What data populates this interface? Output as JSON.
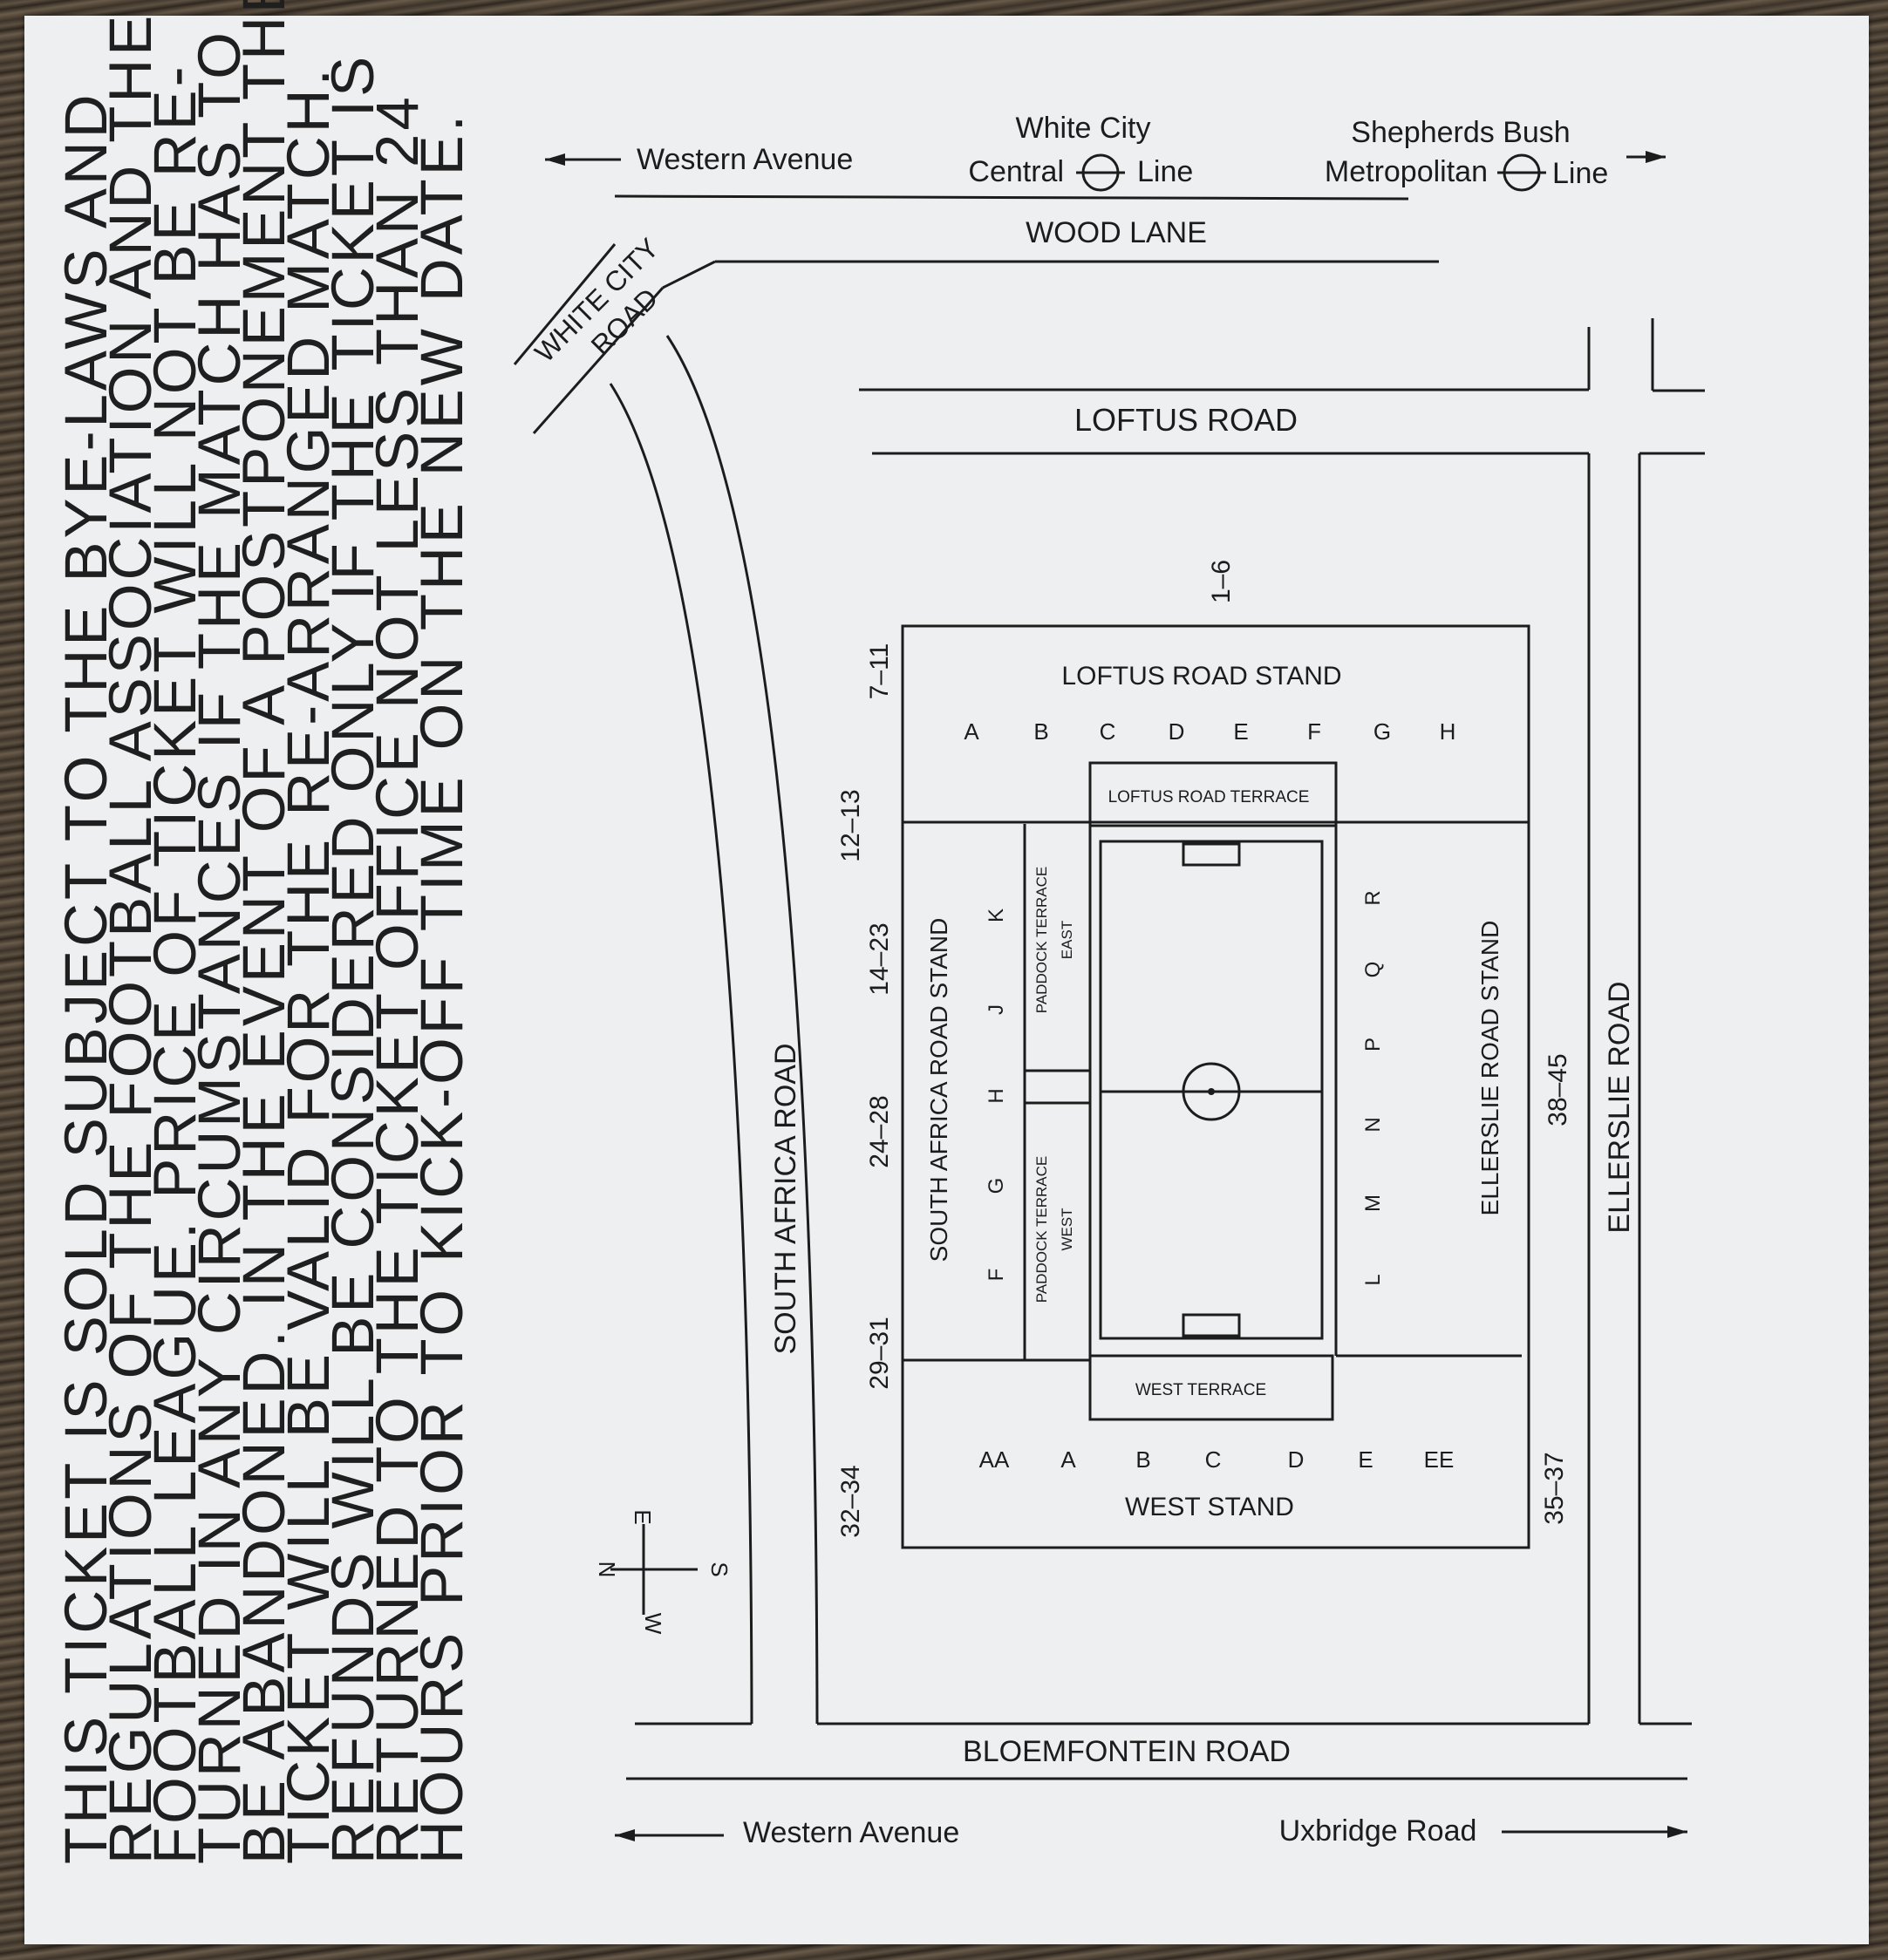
{
  "terms_lines": [
    "THIS TICKET IS SOLD SUBJECT TO THE BYE-LAWS AND",
    "REGULATIONS OF THE FOOTBALL ASSOCIATION AND THE",
    "FOOTBALL LEAGUE. PRICE OF TICKET WILL NOT BE RE-",
    "TURNED IN ANY CIRCUMSTANCES IF THE MATCH HAS TO",
    "BE ABANDONED. IN THE EVENT OF A POSTPONEMENT THE",
    "TICKET WILL BE VALID FOR THE RE-ARRANGED MATCH.",
    "REFUNDS WILL BE CONSIDERED ONLY IF THE TICKET IS",
    "RETURNED TO THE TICKET OFFICE NOT LESS THAN 24",
    "HOURS PRIOR TO KICK-OFF TIME ON THE NEW DATE."
  ],
  "map": {
    "top_left_road": "Western Avenue",
    "white_city_station": "White City",
    "white_city_line_prefix": "Central",
    "white_city_line_suffix": "Line",
    "shepherds_bush_station": "Shepherds Bush",
    "shepherds_bush_line_prefix": "Metropolitan",
    "shepherds_bush_line_suffix": "Line",
    "wood_lane": "WOOD LANE",
    "white_city_road_line1": "WHITE CITY",
    "white_city_road_line2": "ROAD",
    "loftus_road": "LOFTUS ROAD",
    "south_africa_road": "SOUTH AFRICA ROAD",
    "ellerslie_road": "ELLERSLIE ROAD",
    "bloemfontein_road": "BLOEMFONTEIN ROAD",
    "bottom_left_road": "Western Avenue",
    "bottom_right_road": "Uxbridge Road",
    "compass": {
      "n": "N",
      "e": "E",
      "s": "S",
      "w": "W"
    }
  },
  "stadium": {
    "loftus_road_stand": "LOFTUS ROAD STAND",
    "loftus_blocks": [
      "A",
      "B",
      "C",
      "D",
      "E",
      "F",
      "G",
      "H"
    ],
    "loftus_road_terrace": "LOFTUS ROAD TERRACE",
    "south_africa_road_stand": "SOUTH AFRICA ROAD STAND",
    "south_africa_blocks": [
      "F",
      "G",
      "H",
      "J",
      "K"
    ],
    "paddock_terrace_east_line1": "PADDOCK TERRACE",
    "paddock_terrace_east_line2": "EAST",
    "paddock_terrace_west_line1": "PADDOCK TERRACE",
    "paddock_terrace_west_line2": "WEST",
    "ellerslie_blocks": [
      "L",
      "M",
      "N",
      "P",
      "Q",
      "R"
    ],
    "ellerslie_road_stand": "ELLERSLIE ROAD STAND",
    "west_terrace": "WEST TERRACE",
    "west_stand_blocks": [
      "AA",
      "A",
      "B",
      "C",
      "D",
      "E",
      "EE"
    ],
    "west_stand": "WEST STAND"
  },
  "turnstiles": {
    "t_1_6": "1–6",
    "t_7_11": "7–11",
    "t_12_13": "12–13",
    "t_14_23": "14–23",
    "t_24_28": "24–28",
    "t_29_31": "29–31",
    "t_32_34": "32–34",
    "t_35_37": "35–37",
    "t_38_45": "38–45"
  }
}
